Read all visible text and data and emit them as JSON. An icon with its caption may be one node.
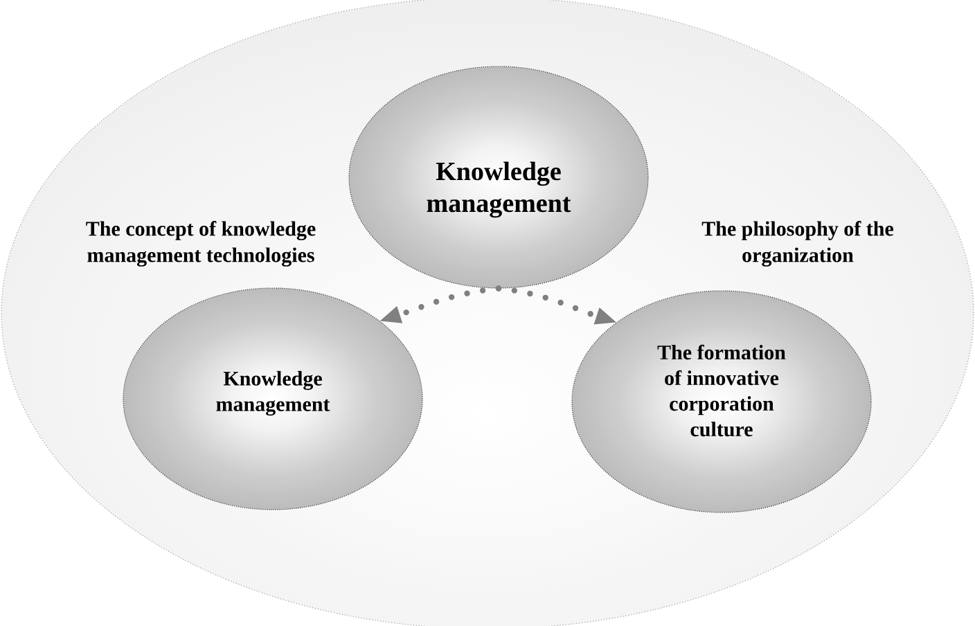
{
  "diagram": {
    "nodes": [
      {
        "text": [
          "The concept of knowledge management technologies",
          "The philosophy of the organization"
        ]
      },
      {
        "text": [
          "Knowledge management"
        ],
        "in": 0
      },
      {
        "text": [
          "Knowledge management"
        ],
        "in": 0
      },
      {
        "text": [
          "The formation of innovative corporation culture"
        ],
        "in": 0
      }
    ],
    "edges": [
      {
        "from": 1,
        "to": 2,
        "arrow": "to"
      },
      {
        "from": 1,
        "to": 3,
        "arrow": "to"
      }
    ]
  }
}
